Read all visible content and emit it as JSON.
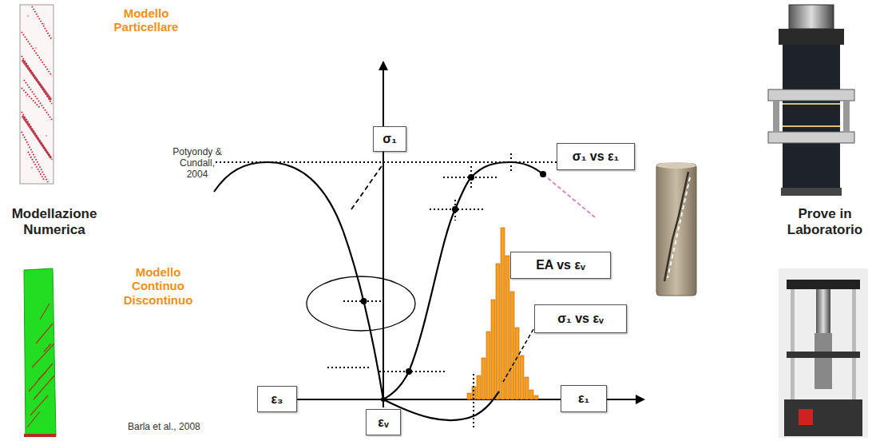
{
  "diagram": {
    "nodes": [
      {
        "text": [
          "σ₁"
        ]
      },
      {
        "text": [
          "σ₁ vs ε₁"
        ]
      },
      {
        "text": [
          "EA vs εᵥ"
        ]
      },
      {
        "text": [
          "σ₁ vs εᵥ"
        ]
      },
      {
        "text": [
          "ε₃"
        ]
      },
      {
        "text": [
          "ε₁"
        ]
      },
      {
        "text": [
          "εᵥ"
        ]
      }
    ],
    "labels": [
      "Modello Particellare",
      "Potyondy & Cundall, 2004",
      "Modellazione Numerica",
      "Modello Continuo Discontinuo",
      "Barla et al., 2008",
      "Prove in Laboratorio"
    ]
  }
}
